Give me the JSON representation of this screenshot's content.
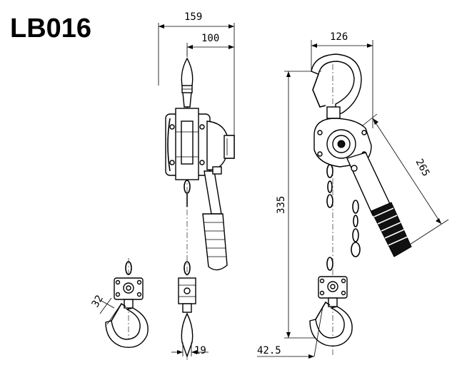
{
  "title": "LB016",
  "dimensions": {
    "width_overall": "159",
    "width_offset": "100",
    "body_width": "126",
    "handle_length": "265",
    "height": "335",
    "hook_opening": "32",
    "hook_throat": "42.5",
    "bottom_block_width": "19"
  }
}
